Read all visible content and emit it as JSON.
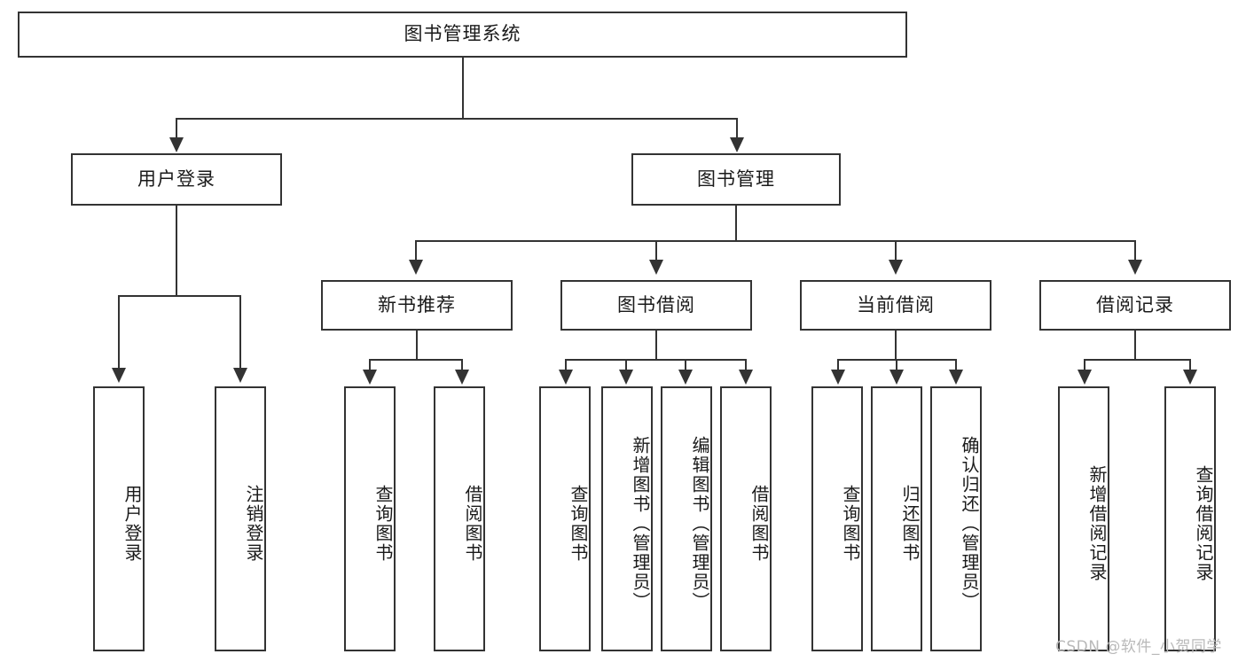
{
  "diagram": {
    "type": "hierarchy-tree",
    "title": "图书管理系统",
    "root": {
      "label": "图书管理系统"
    },
    "level1": [
      {
        "id": "user-login",
        "label": "用户登录"
      },
      {
        "id": "book-manage",
        "label": "图书管理"
      }
    ],
    "level2": [
      {
        "id": "new-book-recommend",
        "label": "新书推荐",
        "parent": "book-manage"
      },
      {
        "id": "book-borrow",
        "label": "图书借阅",
        "parent": "book-manage"
      },
      {
        "id": "current-borrow",
        "label": "当前借阅",
        "parent": "book-manage"
      },
      {
        "id": "borrow-record",
        "label": "借阅记录",
        "parent": "book-manage"
      }
    ],
    "leaves": [
      {
        "id": "leaf-user-login",
        "label": "用户登录",
        "parent": "user-login"
      },
      {
        "id": "leaf-user-logout",
        "label": "注销登录",
        "parent": "user-login"
      },
      {
        "id": "leaf-query-book-1",
        "label": "查询图书",
        "parent": "new-book-recommend"
      },
      {
        "id": "leaf-borrow-book-1",
        "label": "借阅图书",
        "parent": "new-book-recommend"
      },
      {
        "id": "leaf-query-book-2",
        "label": "查询图书",
        "parent": "book-borrow"
      },
      {
        "id": "leaf-add-book",
        "label": "新增图书（管理员）",
        "parent": "book-borrow"
      },
      {
        "id": "leaf-edit-book",
        "label": "编辑图书（管理员）",
        "parent": "book-borrow"
      },
      {
        "id": "leaf-borrow-book-2",
        "label": "借阅图书",
        "parent": "book-borrow"
      },
      {
        "id": "leaf-query-book-3",
        "label": "查询图书",
        "parent": "current-borrow"
      },
      {
        "id": "leaf-return-book",
        "label": "归还图书",
        "parent": "current-borrow"
      },
      {
        "id": "leaf-confirm-return",
        "label": "确认归还（管理员）",
        "parent": "current-borrow"
      },
      {
        "id": "leaf-add-record",
        "label": "新增借阅记录",
        "parent": "borrow-record"
      },
      {
        "id": "leaf-query-record",
        "label": "查询借阅记录",
        "parent": "borrow-record"
      }
    ],
    "colors": {
      "stroke": "#333333",
      "fill": "#ffffff",
      "text": "#1a1a1a",
      "watermark": "#b9b9b9"
    }
  },
  "watermark": {
    "text": "CSDN @软件_小贺同学"
  }
}
